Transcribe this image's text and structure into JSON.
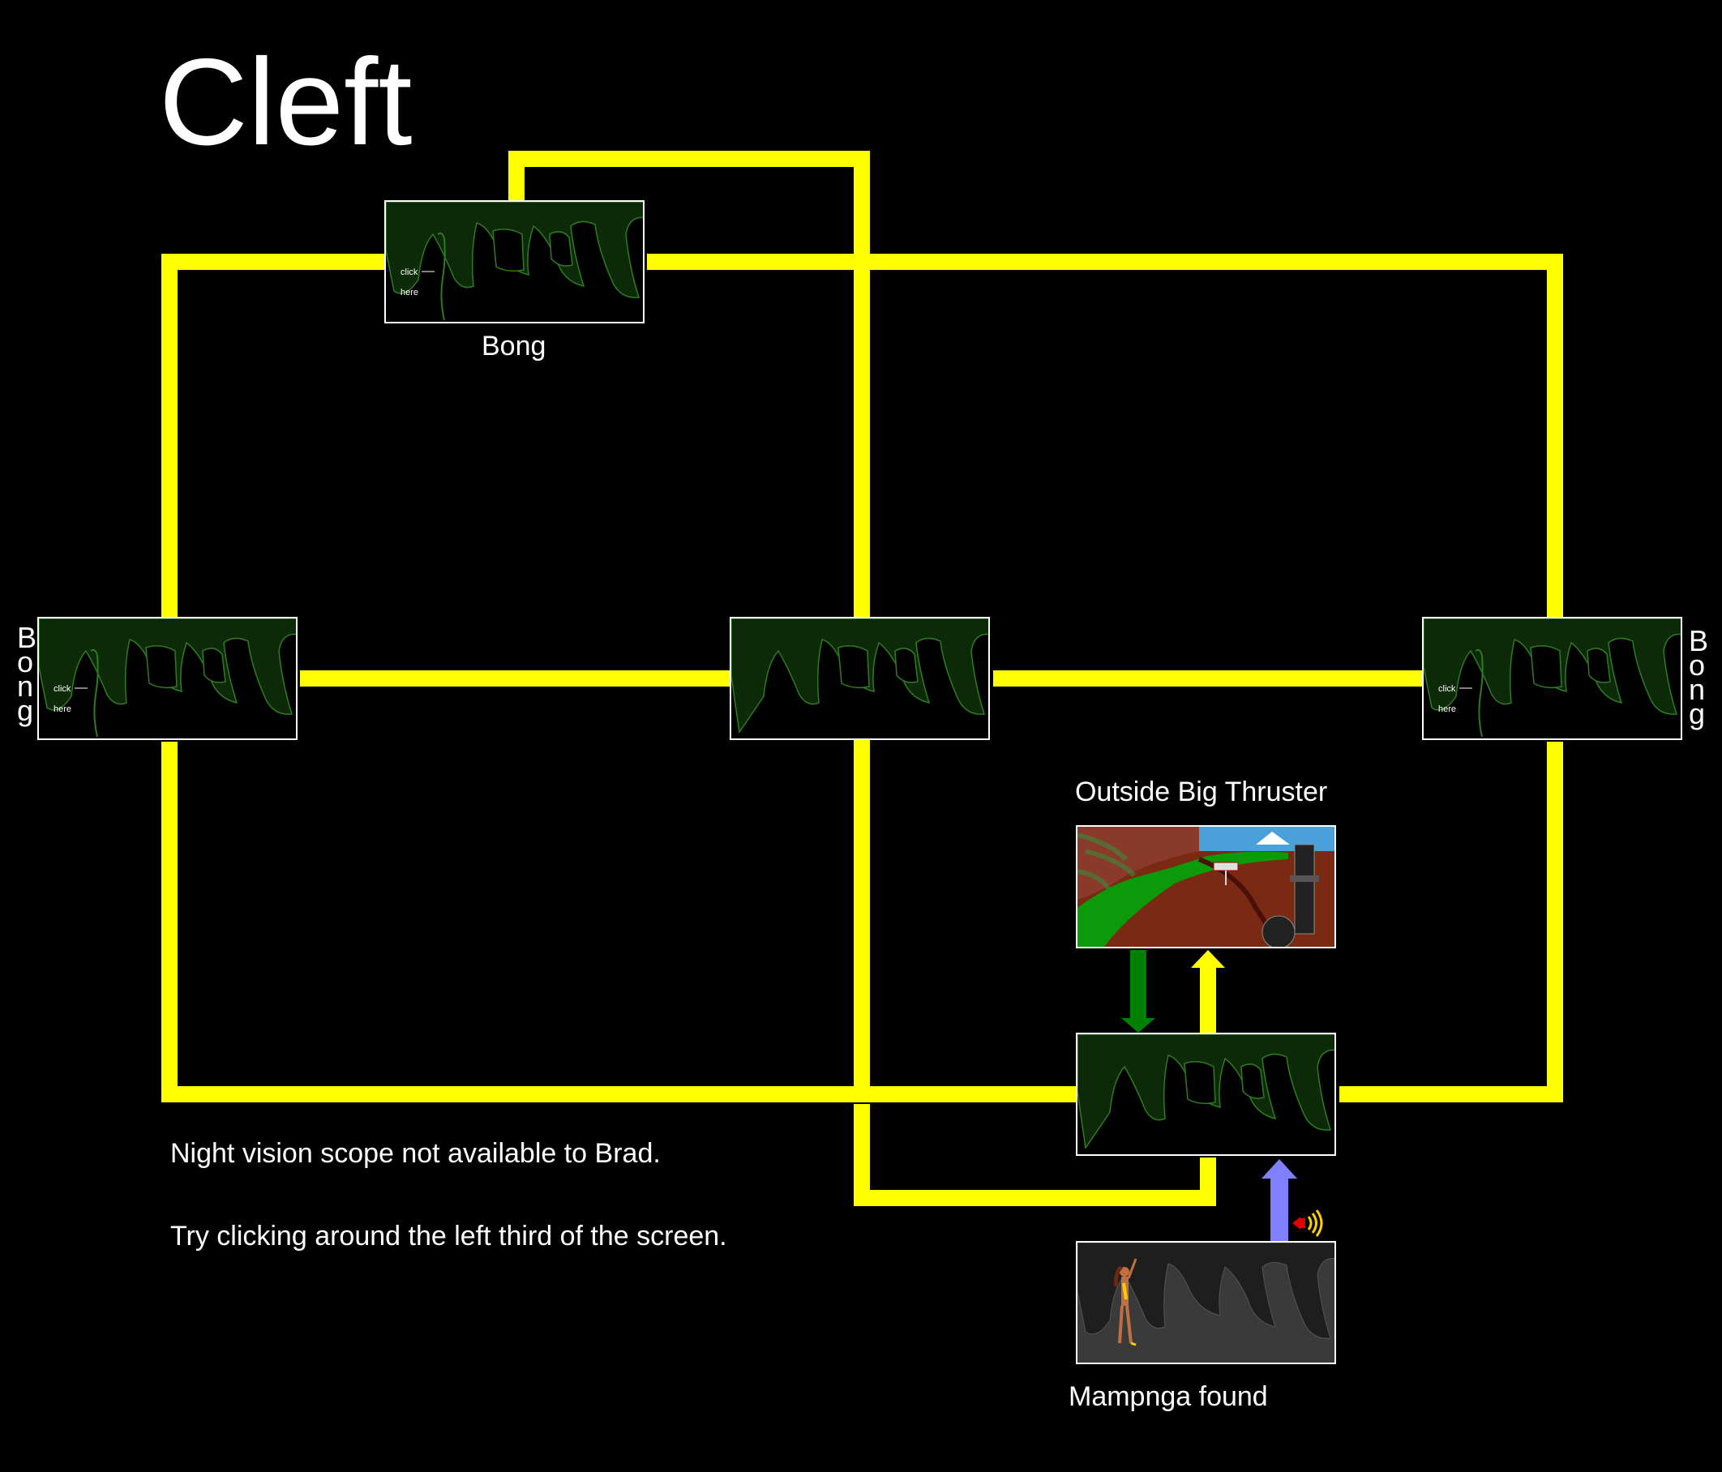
{
  "page": {
    "title": "Cleft",
    "notes": [
      "Night vision scope not available to Brad.",
      "Try clicking around the left third of the screen."
    ]
  },
  "nodes": {
    "top_bong": {
      "label": "Bong",
      "hint_line1": "click",
      "hint_line2": "here"
    },
    "left_bong": {
      "vertical_label": "Bong",
      "hint_line1": "click",
      "hint_line2": "here"
    },
    "center": {},
    "right_bong": {
      "vertical_label": "Bong",
      "hint_line1": "click",
      "hint_line2": "here"
    },
    "outside_big_thruster": {
      "label": "Outside Big Thruster"
    },
    "lower_cave": {},
    "mampnga_found": {
      "label": "Mampnga found"
    }
  },
  "colors": {
    "path": "#ffff00",
    "arrow_down": "#008000",
    "arrow_up": "#ffff00",
    "arrow_sound": "#8080ff",
    "cave": "#0c2a08",
    "cave_outline": "#2f7a22"
  },
  "icons": {
    "sound": "sound-icon"
  }
}
